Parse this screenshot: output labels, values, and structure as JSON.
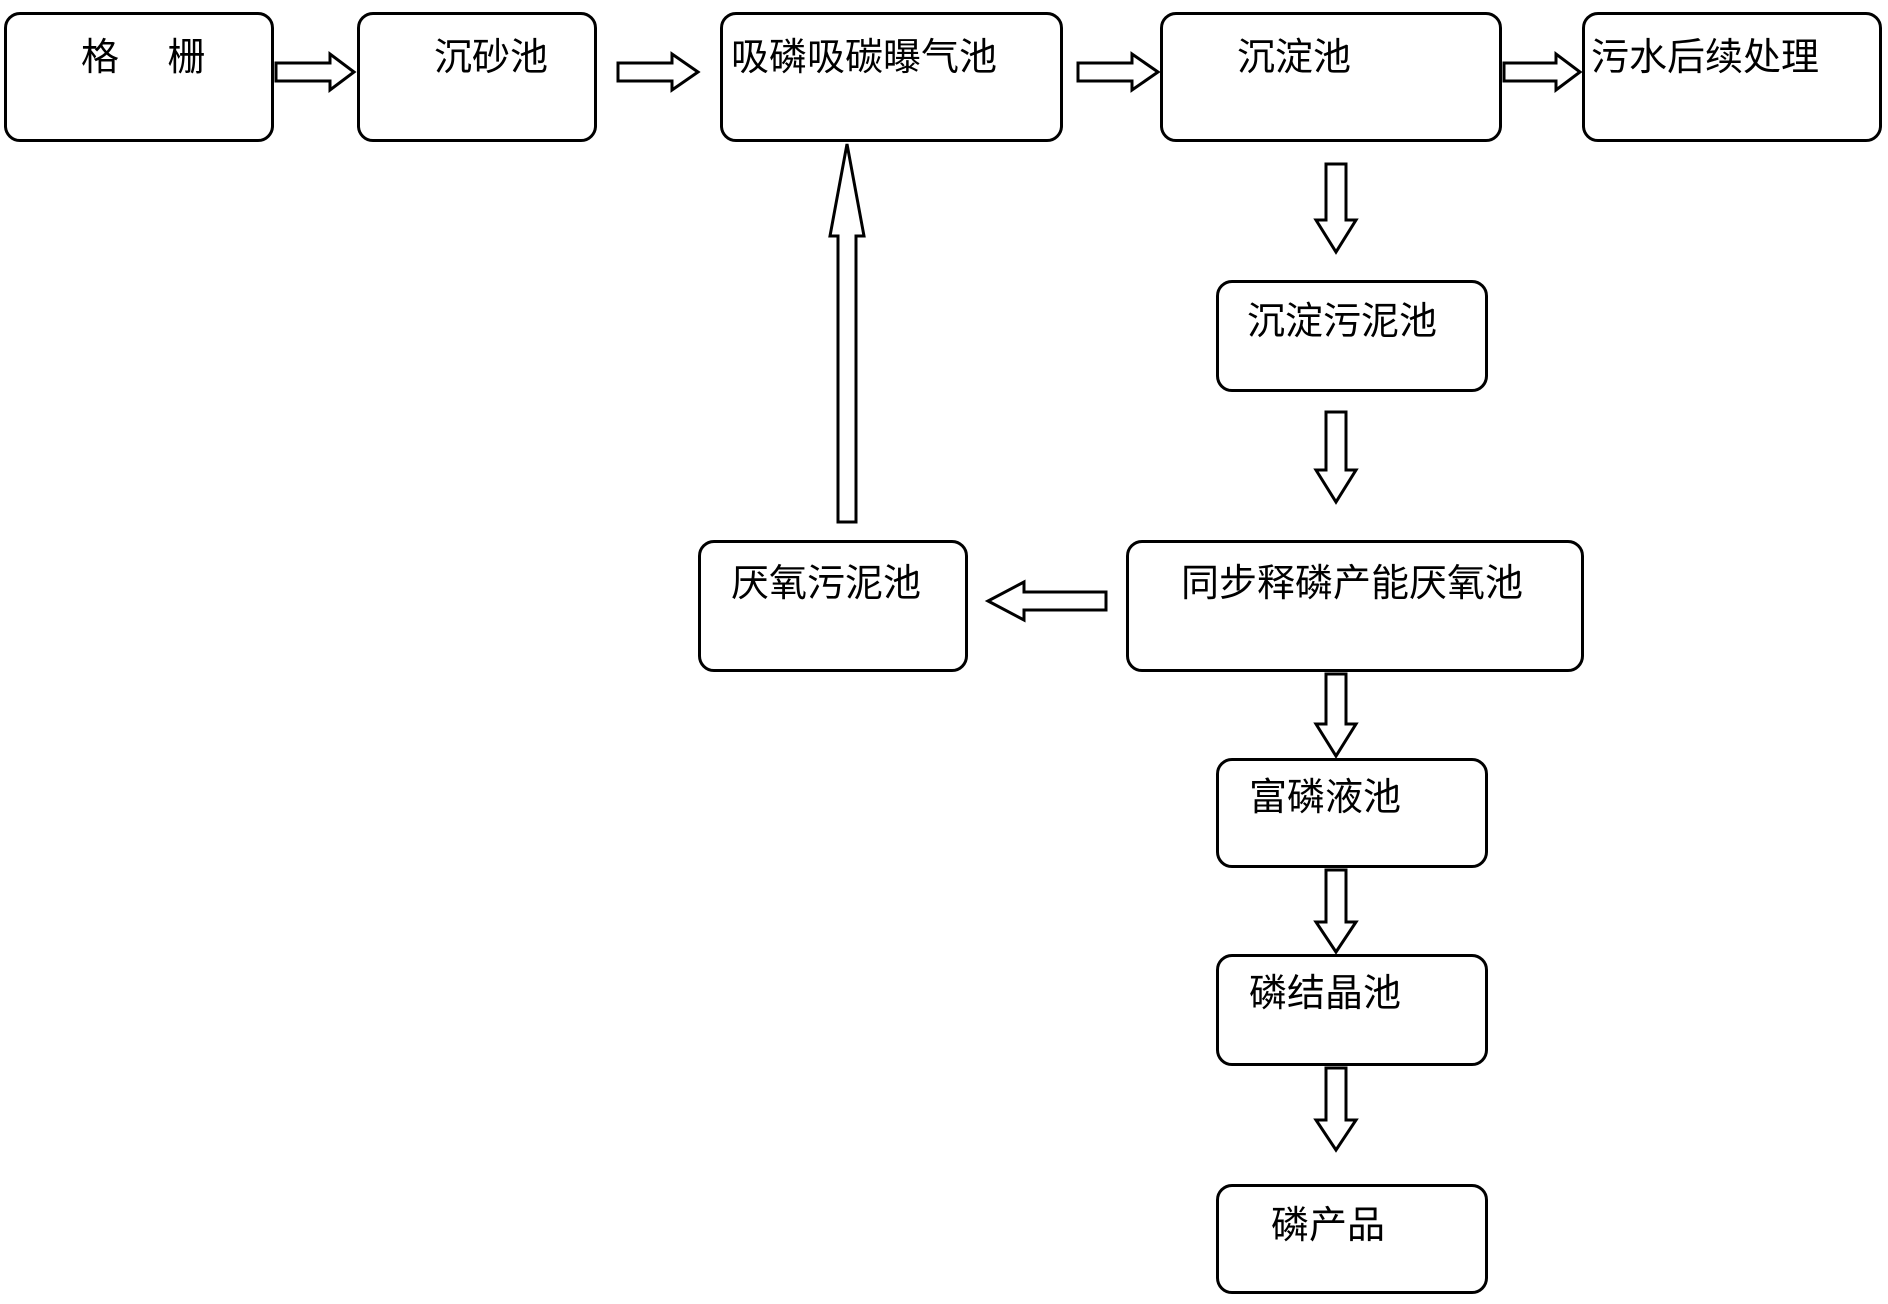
{
  "nodes": {
    "grille": "格    栅",
    "grit_chamber": "沉砂池",
    "aeration_tank": "吸磷吸碳曝气池",
    "settling_tank": "沉淀池",
    "followup": "污水后续处理",
    "sludge_tank": "沉淀污泥池",
    "anaerobic_tank": "同步释磷产能厌氧池",
    "anaerobic_sludge_tank": "厌氧污泥池",
    "phosphorus_liquid_tank": "富磷液池",
    "crystallization_tank": "磷结晶池",
    "phosphorus_product": "磷产品"
  },
  "edges": [
    {
      "from": "grille",
      "to": "grit_chamber"
    },
    {
      "from": "grit_chamber",
      "to": "aeration_tank"
    },
    {
      "from": "aeration_tank",
      "to": "settling_tank"
    },
    {
      "from": "settling_tank",
      "to": "followup"
    },
    {
      "from": "settling_tank",
      "to": "sludge_tank"
    },
    {
      "from": "sludge_tank",
      "to": "anaerobic_tank"
    },
    {
      "from": "anaerobic_tank",
      "to": "anaerobic_sludge_tank"
    },
    {
      "from": "anaerobic_sludge_tank",
      "to": "aeration_tank"
    },
    {
      "from": "anaerobic_tank",
      "to": "phosphorus_liquid_tank"
    },
    {
      "from": "phosphorus_liquid_tank",
      "to": "crystallization_tank"
    },
    {
      "from": "crystallization_tank",
      "to": "phosphorus_product"
    }
  ]
}
